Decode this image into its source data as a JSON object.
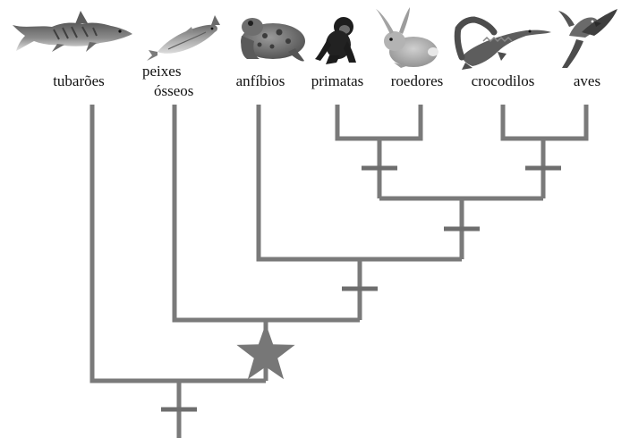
{
  "taxa": [
    {
      "label": "tubarões",
      "icon": "shark-icon"
    },
    {
      "label_lines": [
        "peixes",
        "ósseos"
      ],
      "icon": "fish-icon"
    },
    {
      "label": "anfíbios",
      "icon": "toad-icon"
    },
    {
      "label": "primatas",
      "icon": "chimpanzee-icon"
    },
    {
      "label": "roedores",
      "icon": "rabbit-icon"
    },
    {
      "label": "crocodilos",
      "icon": "crocodile-icon"
    },
    {
      "label": "aves",
      "icon": "parrot-icon"
    }
  ],
  "colors": {
    "branch": "#7a7a7a",
    "star": "#777777",
    "text": "#111111"
  }
}
